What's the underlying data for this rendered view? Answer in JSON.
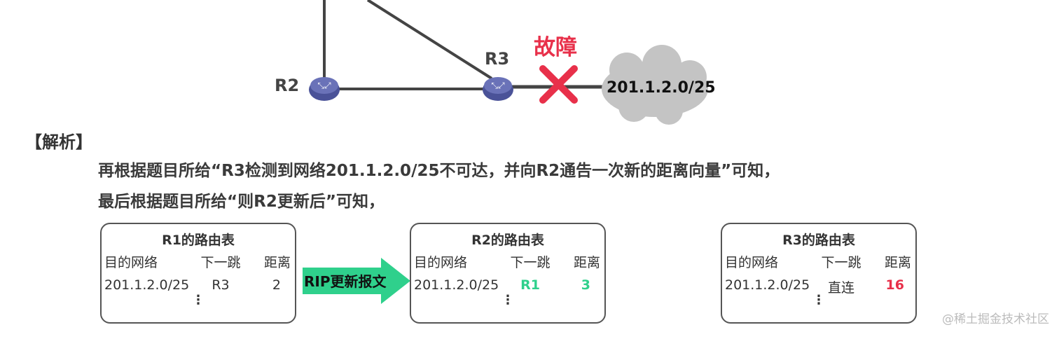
{
  "diagram": {
    "routers": [
      {
        "label": "R2"
      },
      {
        "label": "R3"
      }
    ],
    "fault_label": "故障",
    "network_cloud": "201.1.2.0/25",
    "colors": {
      "fault": "#e8304a",
      "arrow": "#2fd08c",
      "router": "#4a5298",
      "cloud": "#c4c4c4"
    }
  },
  "analysis": {
    "heading": "【解析】",
    "line1": "再根据题目所给“R3检测到网络201.1.2.0/25不可达，并向R2通告一次新的距离向量”可知，",
    "line2": "最后根据题目所给“则R2更新后”可知，"
  },
  "arrow_label": "RIP更新报文",
  "tables": [
    {
      "title": "R1的路由表",
      "headers": [
        "目的网络",
        "下一跳",
        "距离"
      ],
      "row": [
        "201.1.2.0/25",
        "R3",
        "2"
      ],
      "more": "⋮"
    },
    {
      "title": "R2的路由表",
      "headers": [
        "目的网络",
        "下一跳",
        "距离"
      ],
      "row": [
        "201.1.2.0/25",
        "R1",
        "3"
      ],
      "more": "⋮"
    },
    {
      "title": "R3的路由表",
      "headers": [
        "目的网络",
        "下一跳",
        "距离"
      ],
      "row": [
        "201.1.2.0/25",
        "直连",
        "16"
      ],
      "more": "⋮"
    }
  ],
  "watermark": "@稀土掘金技术社区"
}
